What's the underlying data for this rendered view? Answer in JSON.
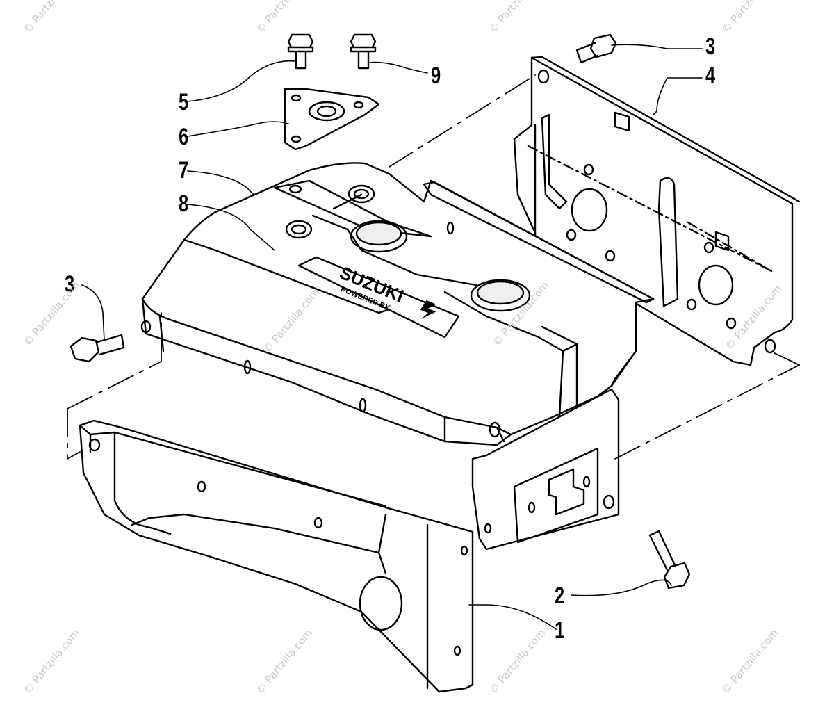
{
  "callouts": [
    {
      "id": "1",
      "label": "1"
    },
    {
      "id": "2",
      "label": "2"
    },
    {
      "id": "3a",
      "label": "3"
    },
    {
      "id": "3b",
      "label": "3"
    },
    {
      "id": "4",
      "label": "4"
    },
    {
      "id": "5",
      "label": "5"
    },
    {
      "id": "6",
      "label": "6"
    },
    {
      "id": "7",
      "label": "7"
    },
    {
      "id": "8",
      "label": "8"
    },
    {
      "id": "9",
      "label": "9"
    }
  ],
  "branding": {
    "logo_word": "SUZUKI",
    "logo_sub": "POWERED BY"
  },
  "watermark": {
    "text": "© Partzilla.com"
  },
  "colors": {
    "line": "#000000",
    "watermark": "#c8c8c8",
    "background": "#ffffff"
  }
}
